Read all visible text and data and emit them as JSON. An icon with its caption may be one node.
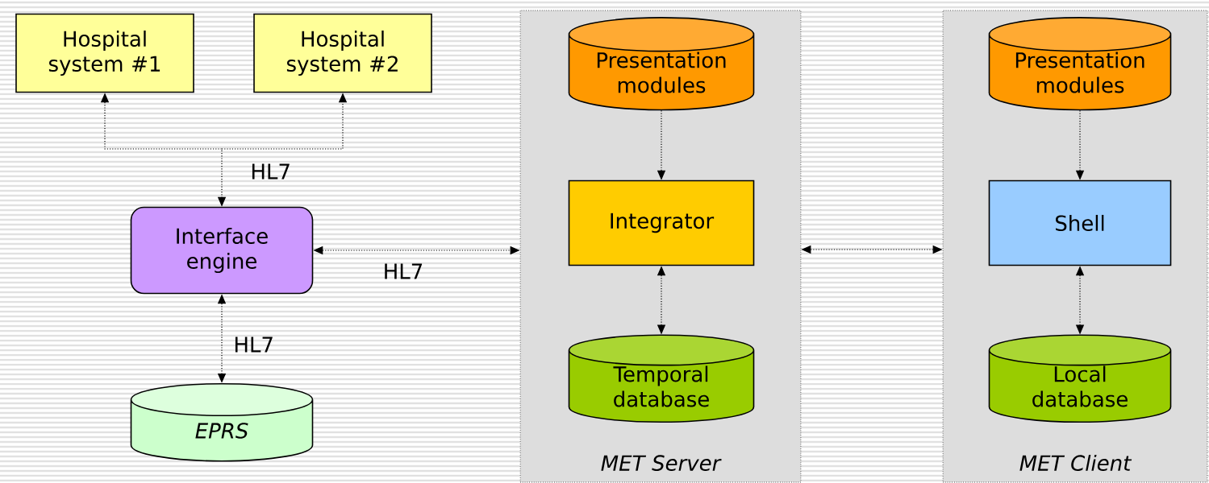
{
  "diagram": {
    "nodes": [
      {
        "text": [
          "Hospital system #1"
        ]
      },
      {
        "text": [
          "Hospital system #2"
        ]
      },
      {
        "text": [
          "Interface engine"
        ]
      },
      {
        "text": [
          "EPRS"
        ]
      },
      {
        "text": [
          "MET Server"
        ]
      },
      {
        "text": [
          "Presentation modules"
        ],
        "in": 4
      },
      {
        "text": [
          "Integrator"
        ],
        "in": 4
      },
      {
        "text": [
          "Temporal database"
        ],
        "in": 4
      },
      {
        "text": [
          "MET Client"
        ]
      },
      {
        "text": [
          "Presentation modules"
        ],
        "in": 8
      },
      {
        "text": [
          "Shell"
        ],
        "in": 8
      },
      {
        "text": [
          "Local database"
        ],
        "in": 8
      }
    ],
    "edges": [
      {
        "from": 2,
        "to": 0,
        "arrow": "both",
        "label": "HL7"
      },
      {
        "from": 2,
        "to": 1,
        "arrow": "both"
      },
      {
        "from": 2,
        "to": 4,
        "arrow": "both",
        "label": "HL7"
      },
      {
        "from": 2,
        "to": 3,
        "arrow": "both",
        "label": "HL7"
      },
      {
        "from": 5,
        "to": 6,
        "arrow": "to"
      },
      {
        "from": 6,
        "to": 7,
        "arrow": "both"
      },
      {
        "from": 4,
        "to": 8,
        "arrow": "both"
      },
      {
        "from": 9,
        "to": 10,
        "arrow": "to"
      },
      {
        "from": 10,
        "to": 11,
        "arrow": "both"
      }
    ]
  }
}
